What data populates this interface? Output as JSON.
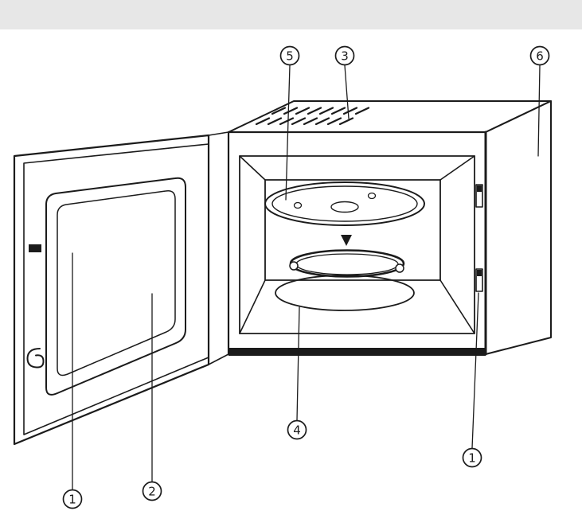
{
  "theme": {
    "bar_color": "#e7e7e7",
    "line_color": "#1b1b1b",
    "bg_color": "#ffffff"
  },
  "figure": {
    "description": "Exploded parts diagram of a microwave oven with its door open",
    "callouts": [
      {
        "label": "5",
        "target": "glass-turntable-tray"
      },
      {
        "label": "3",
        "target": "ventilation-slots"
      },
      {
        "label": "6",
        "target": "side-panel"
      },
      {
        "label": "4",
        "target": "turntable-ring-and-floor-well"
      },
      {
        "label": "1",
        "target": "door-latch-holes"
      },
      {
        "label": "2",
        "target": "door-window"
      },
      {
        "label": "1",
        "target": "door-latch"
      }
    ]
  }
}
